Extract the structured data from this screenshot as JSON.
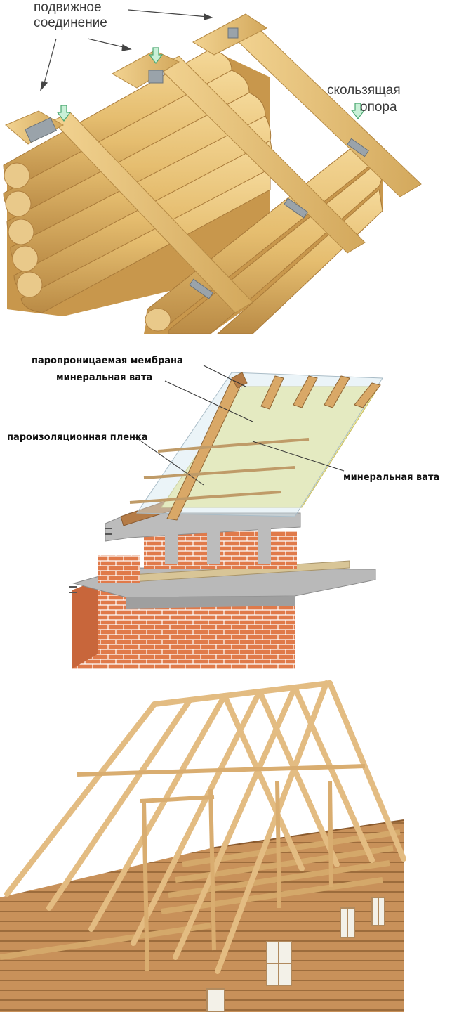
{
  "panel_1": {
    "label_movable_line1": "подвижное",
    "label_movable_line2": "соединение",
    "label_sliding_line1": "скользящая",
    "label_sliding_line2": "опора"
  },
  "panel_2": {
    "label_membrane": "паропроницаемая мембрана",
    "label_wool_top": "минеральная вата",
    "label_vapor_film": "пароизоляционная пленка",
    "label_wool_right": "минеральная вата"
  },
  "colors": {
    "wood": "#e8c27a",
    "wood_dark": "#c99a4e",
    "brick": "#e07a4a",
    "concrete": "#bfbfbf",
    "insulation": "#f1eb9c"
  }
}
